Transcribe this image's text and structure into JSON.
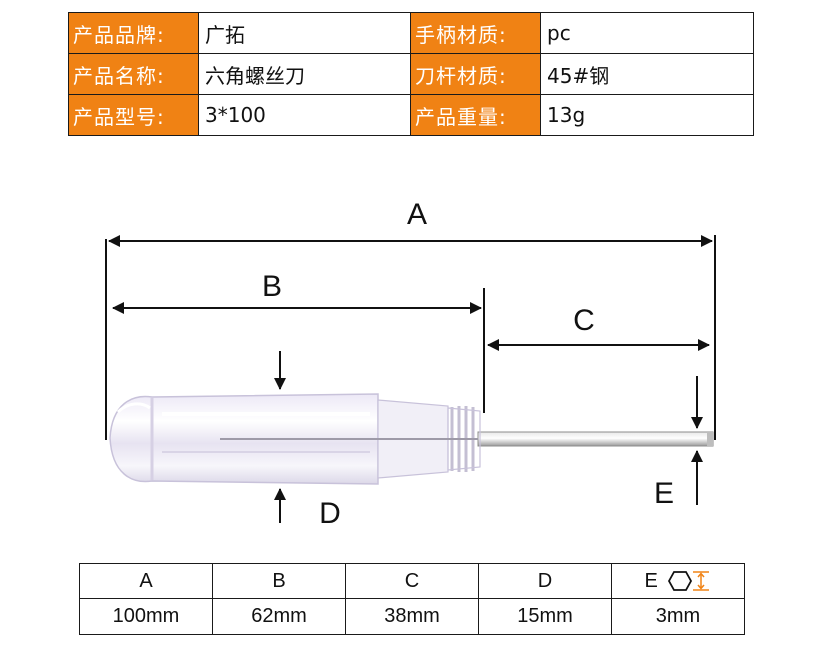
{
  "specs": {
    "brand_label": "产品品牌:",
    "brand_value": "广拓",
    "handle_label": "手柄材质:",
    "handle_value": "pc",
    "name_label": "产品名称:",
    "name_value": "六角螺丝刀",
    "shaft_label": "刀杆材质:",
    "shaft_value": "45#钢",
    "model_label": "产品型号:",
    "model_value": "3*100",
    "weight_label": "产品重量:",
    "weight_value": "13g"
  },
  "diagram": {
    "label_a": "A",
    "label_b": "B",
    "label_c": "C",
    "label_d": "D",
    "label_e": "E"
  },
  "dimensions": {
    "headers": [
      "A",
      "B",
      "C",
      "D",
      "E"
    ],
    "values": [
      "100mm",
      "62mm",
      "38mm",
      "15mm",
      "3mm"
    ]
  },
  "colors": {
    "label_bg": "#f08214",
    "label_text": "#ffffff",
    "hex_icon_accent": "#f08214"
  }
}
